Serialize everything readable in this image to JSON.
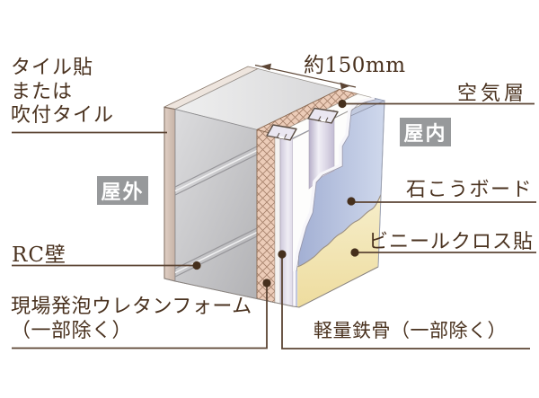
{
  "diagram": {
    "dimension": "約150mm",
    "badge_outdoor": "屋外",
    "badge_indoor": "屋内",
    "labels": {
      "tile_lines": [
        "タイル貼",
        "または",
        "吹付タイル"
      ],
      "air_layer": "空気層",
      "gypsum_board": "石こうボード",
      "vinyl_cloth": "ビニールクロス貼",
      "rc_wall": "RC壁",
      "urethane_lines": [
        "現場発泡ウレタンフォーム",
        "（一部除く）"
      ],
      "light_steel": "軽量鉄骨（一部除く）"
    },
    "colors": {
      "text": "#4a321f",
      "leader_line": "#5c4534",
      "badge_bg": "#97999b",
      "concrete": "#c4c4c7",
      "tile_layer": "#d5c2b7",
      "insulation": "#ecccb8",
      "air_gap": "#fdfdfb",
      "steel_stud": "#d5cfe0",
      "gypsum": "#b3bfdd",
      "vinyl": "#f2e3ad"
    }
  }
}
